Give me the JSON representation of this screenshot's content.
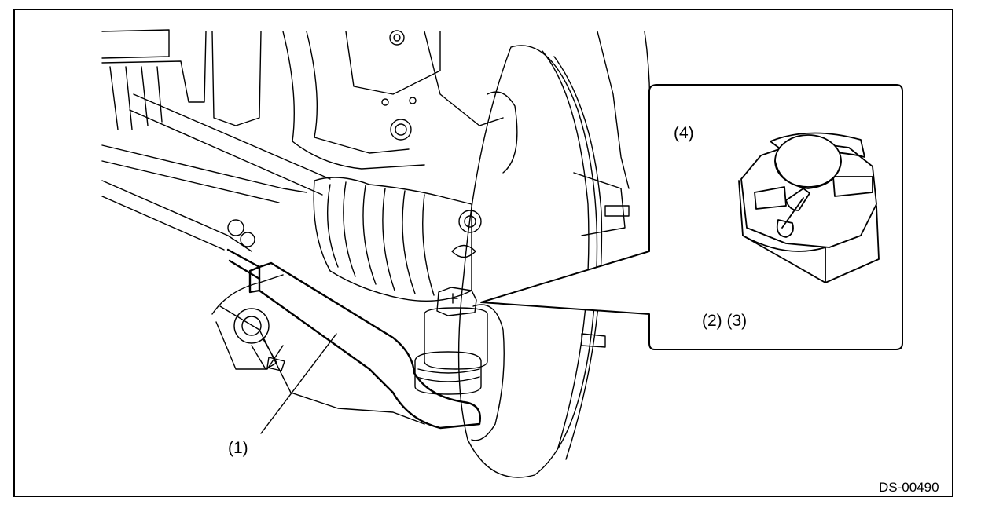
{
  "labels": {
    "tie_rod_end": "(1)",
    "castle_nut_and_washer": "(2) (3)",
    "cotter_pin": "(4)"
  },
  "figure_code": "DS-00490",
  "colors": {
    "line": "#000000",
    "background": "#ffffff"
  }
}
